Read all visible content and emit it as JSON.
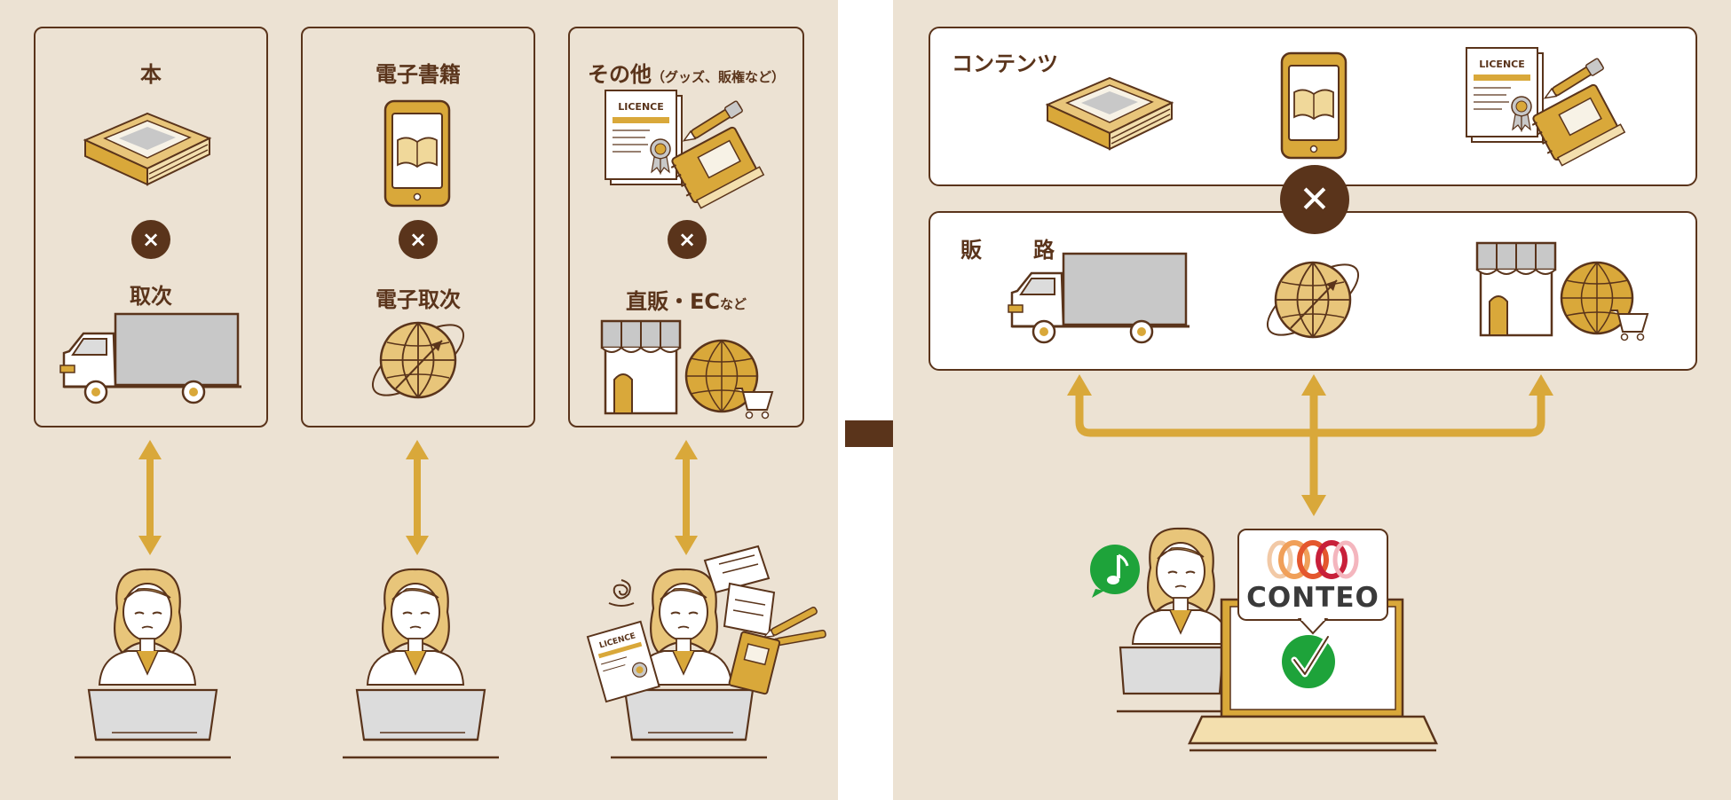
{
  "left": {
    "columns": [
      {
        "title": "本",
        "link": "取次"
      },
      {
        "title": "電子書籍",
        "link": "電子取次"
      },
      {
        "title": "その他",
        "title_note": "（グッズ、販権など）",
        "link": "直販・EC",
        "link_note": "など"
      }
    ],
    "times_symbol": "×"
  },
  "right": {
    "contents_label": "コンテンツ",
    "channel_label_a": "販",
    "channel_label_b": "路",
    "times_symbol": "✕",
    "brand": "CONTEO"
  },
  "licence_text": "LICENCE",
  "colors": {
    "background": "#ece2d3",
    "brown": "#5a341b",
    "gold": "#d9a83a",
    "gold_light": "#e8c57a",
    "gray": "#c8c8c8",
    "green": "#1ea33a"
  },
  "icons": [
    "book-icon",
    "tablet-icon",
    "licence-icon",
    "pen-icon",
    "notebook-icon",
    "truck-icon",
    "globe-icon",
    "shop-icon",
    "cart-icon",
    "person-icon",
    "laptop-icon",
    "music-note-icon",
    "check-icon",
    "arrow-right-icon"
  ]
}
